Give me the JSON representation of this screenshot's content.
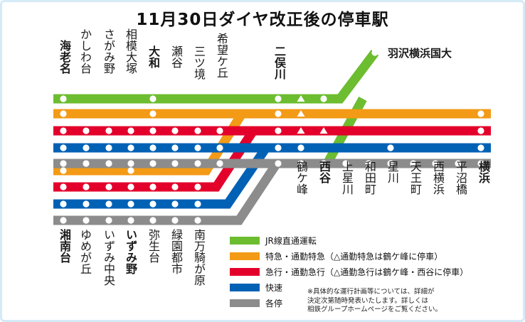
{
  "title": "11月30日ダイヤ改正後の停車駅",
  "colors": {
    "jr": "#6cbd2f",
    "express_tokkyu": "#f39a16",
    "express_kyuko": "#e3002b",
    "rapid": "#0061b5",
    "local": "#8c8c8c",
    "frame": "#d5eaf7"
  },
  "stations_top": [
    {
      "name": "海老名",
      "bold": true
    },
    {
      "name": "かしわ台",
      "bold": false
    },
    {
      "name": "さがみ野",
      "bold": false
    },
    {
      "name": "相模大塚",
      "bold": false
    },
    {
      "name": "大和",
      "bold": true
    },
    {
      "name": "瀬谷",
      "bold": false
    },
    {
      "name": "三ツ境",
      "bold": false
    },
    {
      "name": "希望ケ丘",
      "bold": false
    },
    {
      "name": "二俣川",
      "bold": true
    }
  ],
  "stations_bottom_left": [
    {
      "name": "湘南台",
      "bold": true
    },
    {
      "name": "ゆめが丘",
      "bold": false
    },
    {
      "name": "いずみ中央",
      "bold": false
    },
    {
      "name": "いずみ野",
      "bold": true
    },
    {
      "name": "弥生台",
      "bold": false
    },
    {
      "name": "緑園都市",
      "bold": false
    },
    {
      "name": "南万騎が原",
      "bold": false
    }
  ],
  "stations_bottom_right": [
    {
      "name": "鶴ケ峰",
      "bold": false
    },
    {
      "name": "西谷",
      "bold": true
    },
    {
      "name": "上星川",
      "bold": false
    },
    {
      "name": "和田町",
      "bold": false
    },
    {
      "name": "星川",
      "bold": false
    },
    {
      "name": "天王町",
      "bold": false
    },
    {
      "name": "西横浜",
      "bold": false
    },
    {
      "name": "平沼橋",
      "bold": false
    },
    {
      "name": "横浜",
      "bold": true
    }
  ],
  "jr_terminal": "羽沢横浜国大",
  "legend": [
    {
      "key": "jr",
      "label": "JR線直通運転"
    },
    {
      "key": "express_tokkyu",
      "label": "特急・通勤特急（△通勤特急は鶴ケ峰に停車）"
    },
    {
      "key": "express_kyuko",
      "label": "急行・通勤急行（△通勤急行は鶴ケ峰・西谷に停車）"
    },
    {
      "key": "rapid",
      "label": "快速"
    },
    {
      "key": "local",
      "label": "各停"
    }
  ],
  "note": [
    "※具体的な運行計画等については、詳細が",
    "決定次第随時発表いたします。詳しくは",
    "相鉄グループホームページをご覧ください。"
  ]
}
